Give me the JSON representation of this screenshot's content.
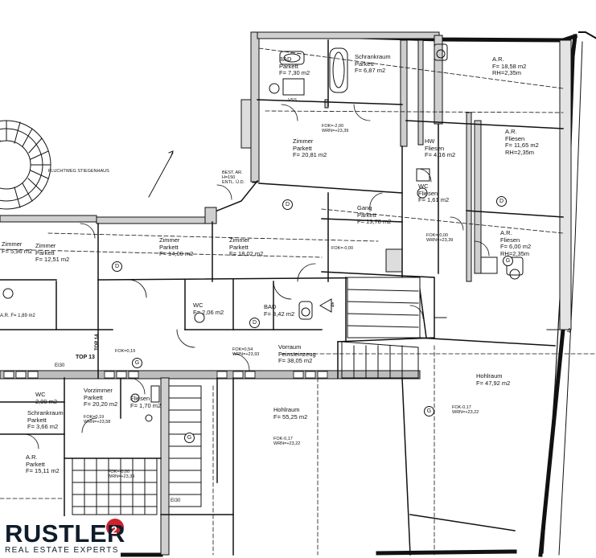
{
  "rooms": [
    {
      "key": "bad_top",
      "name": "BAD",
      "floor": "Parkett",
      "area": "F= 7,30 m2"
    },
    {
      "key": "schrankraum_top",
      "name": "Schrankraum",
      "floor": "Parkett",
      "area": "F= 6,87 m2"
    },
    {
      "key": "ar_top",
      "name": "A.R.",
      "floor": "F= 18,58 m2",
      "area": "RH=2,35m"
    },
    {
      "key": "zimmer_2081",
      "name": "Zimmer",
      "floor": "Parkett",
      "area": "F= 20,81 m2"
    },
    {
      "key": "hw",
      "name": "HW",
      "floor": "Fliesen",
      "area": "F= 4,16 m2"
    },
    {
      "key": "ar_1165",
      "name": "A.R.",
      "floor": "Fliesen",
      "area": "F= 11,65 m2",
      "extra": "RH=2,35m"
    },
    {
      "key": "wc_right",
      "name": "WC",
      "floor": "Fliesen",
      "area": "F= 1,61 m2"
    },
    {
      "key": "gang",
      "name": "Gang",
      "floor": "Parkett",
      "area": "F= 13,78 m2"
    },
    {
      "key": "ar_600",
      "name": "A.R.",
      "floor": "Fliesen",
      "area": "F= 6,00 m2",
      "extra": "RH=2,35m"
    },
    {
      "key": "zimmer_1251",
      "name": "Zimmer",
      "floor": "Parkett",
      "area": "F= 12,51 m2"
    },
    {
      "key": "zimmer_1400",
      "name": "Zimmer",
      "floor": "Parkett",
      "area": "F= 14,00 m2"
    },
    {
      "key": "zimmer_1802",
      "name": "Zimmer",
      "floor": "Parkett",
      "area": "F= 18,02 m2"
    },
    {
      "key": "wc_mid",
      "name": "WC",
      "floor": "F= 2,06 m2",
      "area": ""
    },
    {
      "key": "bad_mid",
      "name": "BAD",
      "floor": "F= 3,42 m2",
      "area": ""
    },
    {
      "key": "vorraum_big",
      "name": "Vorraum",
      "floor": "Feinsteinzeug",
      "area": "F= 38,05 m2"
    },
    {
      "key": "hohlraum_right",
      "name": "Hohlraum",
      "floor": "F= 47,92 m2",
      "area": ""
    },
    {
      "key": "hohlraum_mid",
      "name": "Hohlraum",
      "floor": "F= 55,25 m2",
      "area": ""
    },
    {
      "key": "vorzimmer",
      "name": "Vorzimmer",
      "floor": "Parkett",
      "area": "F= 20,20 m2"
    },
    {
      "key": "fliesen_small",
      "name": "Fliesen",
      "floor": "F= 1,70 m2",
      "area": ""
    },
    {
      "key": "wc_left",
      "name": "WC",
      "floor": "2,00 m2",
      "area": ""
    },
    {
      "key": "schrankraum_left",
      "name": "Schrankraum",
      "floor": "Parkett",
      "area": "F= 3,66 m2"
    },
    {
      "key": "ar_left",
      "name": "A.R.",
      "floor": "Parkett",
      "area": "F= 15,11 m2"
    }
  ],
  "levels": [
    {
      "key": "fok_a",
      "fok": "FOK=-2,00",
      "wrn": "WRN=+23,39"
    },
    {
      "key": "fok_b",
      "fok": "FOK=-0,00",
      "wrn": "WRN=+23,39"
    },
    {
      "key": "fok_c",
      "fok": "FOK=-0,00",
      "wrn": ""
    },
    {
      "key": "fok_d",
      "fok": "FOK=0,54",
      "wrn": "WRN=+23,93"
    },
    {
      "key": "fok_e",
      "fok": "FOK-0,17",
      "wrn": "WRN=+23,22"
    },
    {
      "key": "fok_f",
      "fok": "FOK-0,17",
      "wrn": "WRN=+23,22"
    },
    {
      "key": "fok_g",
      "fok": "FOK=0,19",
      "wrn": "WRN=+23,58"
    },
    {
      "key": "fok_h",
      "fok": "FOK=-0,00",
      "wrn": "WRN=+23,39"
    },
    {
      "key": "fok_i",
      "fok": "FOK=0,19",
      "wrn": ""
    }
  ],
  "tops": {
    "top13": "TOP 13",
    "top14": "TOP 14"
  },
  "marks": {
    "d": "D",
    "g": "G",
    "four": "4"
  },
  "annotations": {
    "fluchtweg": "FLUCHTWEG STIEGENHAUS",
    "bestand": "BEST. AR. H=150 ENTL. Ü.D.",
    "zimmer_left_partial": "Zimmer",
    "zimmer_left_area": "F= 5,96 m2",
    "ar_left_partial": "A.R. F= 1,89 m2",
    "vss": "VSS",
    "el30": "EI30"
  },
  "logo": {
    "brand": "RUSTLER",
    "superscript": "2",
    "tagline": "REAL ESTATE EXPERTS"
  }
}
